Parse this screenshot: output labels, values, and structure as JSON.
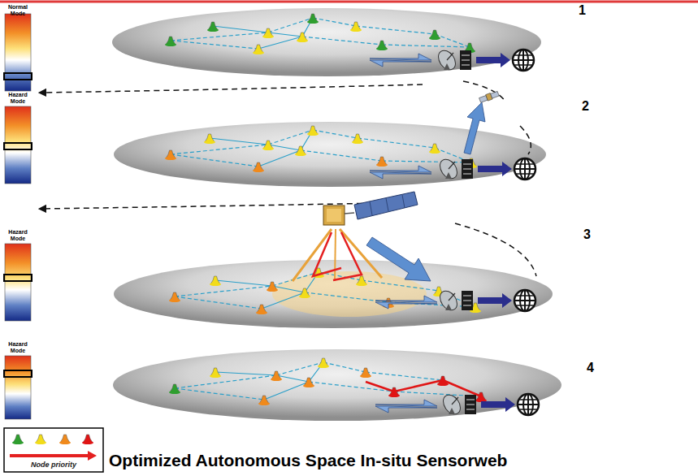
{
  "diagram": {
    "caption": "Optimized Autonomous Space In-situ Sensorweb",
    "labels": [
      "Normal Mode",
      "1",
      "Hazard Mode",
      "2",
      "Hazard Mode",
      "3",
      "Hazard Mode",
      "4"
    ],
    "legend": [
      {
        "text": "Node priority"
      }
    ]
  }
}
